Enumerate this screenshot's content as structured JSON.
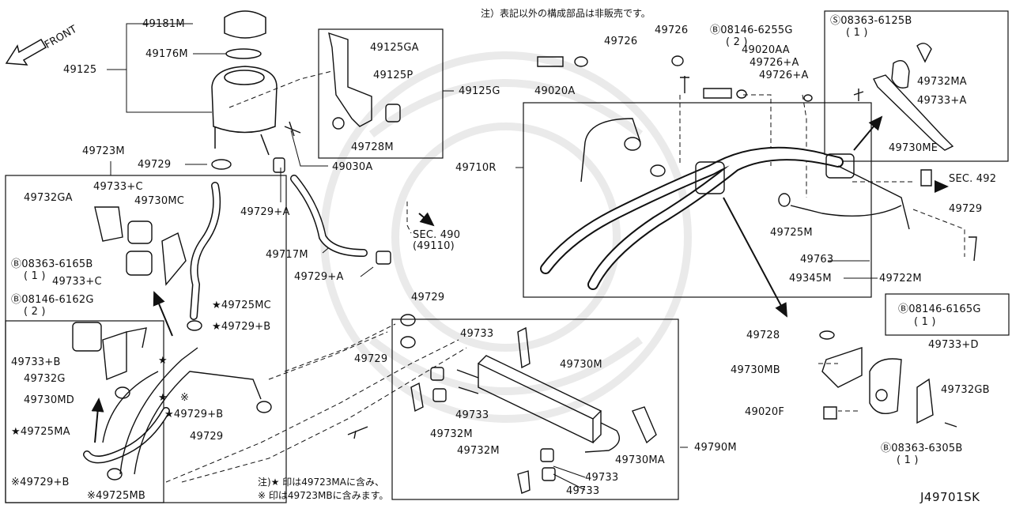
{
  "diagram_code": "J49701SK",
  "front_label": "FRONT",
  "header_note": "注）表記以外の構成部品は非販売です。",
  "footer_notes": [
    "注)★ 印は49723MAに含み、",
    "※ 印は49723MBに含みます。"
  ],
  "labels": {
    "p49181M": "49181M",
    "p49176M": "49176M",
    "p49125": "49125",
    "p49125GA": "49125GA",
    "p49125P": "49125P",
    "p49125G": "49125G",
    "p49728M": "49728M",
    "p49030A": "49030A",
    "p49729_top": "49729",
    "p49723M": "49723M",
    "p49732GA": "49732GA",
    "p49733C_top": "49733+C",
    "p49730MC": "49730MC",
    "b08363_6165B": "08363-6165B",
    "q08363_6165B": "( 1 )",
    "p49733C_bot": "49733+C",
    "b08146_6162G": "08146-6162G",
    "q08146_6162G": "( 2 )",
    "p49725MC": "49725MC",
    "p49729B_1": "49729+B",
    "p49733B": "49733+B",
    "p49732G": "49732G",
    "p49730MD": "49730MD",
    "p49725MA": "49725MA",
    "p49729B_2": "49729+B",
    "p49729_bl": "49729",
    "p49729B_3": "※49729+B",
    "p49725MB": "※49725MB",
    "p49729A_1": "49729+A",
    "p49717M": "49717M",
    "p49729A_2": "49729+A",
    "sec490": "SEC. 490",
    "sec490sub": "(49110)",
    "p49729_mid1": "49729",
    "p49729_mid2": "49729",
    "p49733_1": "49733",
    "p49730M": "49730M",
    "p49733_2": "49733",
    "p49732M_1": "49732M",
    "p49732M_2": "49732M",
    "p49730MA": "49730MA",
    "p49790M": "49790M",
    "p49733_3": "49733",
    "p49733_4": "49733",
    "p49726_a": "49726",
    "p49726_b": "49726",
    "p49020A": "49020A",
    "b08146_6255G": "08146-6255G",
    "q08146_6255G": "( 2 )",
    "p49020AA": "49020AA",
    "p49726A_1": "49726+A",
    "p49726A_2": "49726+A",
    "p49710R": "49710R",
    "p49725M": "49725M",
    "p49763": "49763",
    "p49345M": "49345M",
    "p49722M": "49722M",
    "s08363_6125B": "08363-6125B",
    "q08363_6125B": "( 1 )",
    "p49732MA": "49732MA",
    "p49733A": "49733+A",
    "p49730ME": "49730ME",
    "sec492": "SEC. 492",
    "p49729_r": "49729",
    "b08146_6165G": "08146-6165G",
    "q08146_6165G": "( 1 )",
    "p49728": "49728",
    "p49730MB": "49730MB",
    "p49020F": "49020F",
    "p49733D": "49733+D",
    "p49732GB": "49732GB",
    "b08363_6305B": "08363-6305B",
    "q08363_6305B": "( 1 )"
  }
}
